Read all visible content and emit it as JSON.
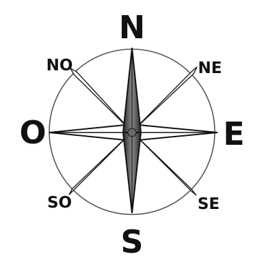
{
  "compass": {
    "labels": {
      "north": "N",
      "south": "S",
      "east": "E",
      "west": "O",
      "northeast": "NE",
      "northwest": "NO",
      "southeast": "SE",
      "southwest": "SO"
    },
    "colors": {
      "ink": "#111111",
      "ring": "#555555",
      "needle_shade": "#7a7a7a",
      "background": "#ffffff"
    }
  }
}
